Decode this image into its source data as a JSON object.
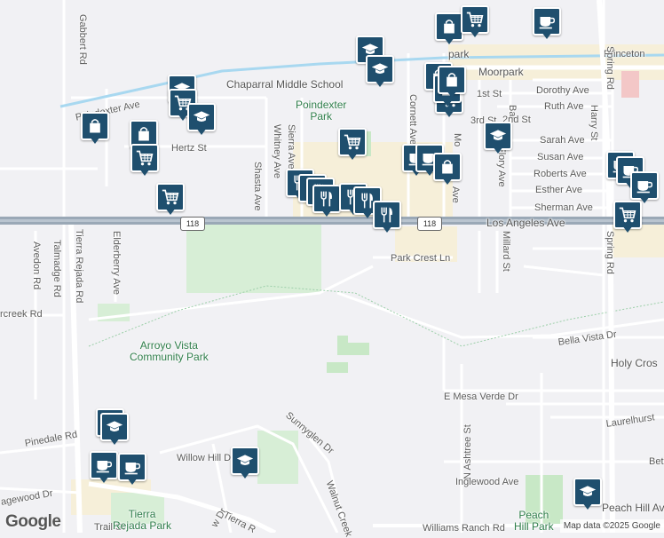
{
  "map": {
    "streets": [
      {
        "id": "gabbert",
        "text": "Gabbert Rd"
      },
      {
        "id": "poindexter",
        "text": "Poindexter Ave"
      },
      {
        "id": "hertz",
        "text": "Hertz St"
      },
      {
        "id": "whitney",
        "text": "Whitney Ave"
      },
      {
        "id": "shasta",
        "text": "Shasta Ave"
      },
      {
        "id": "sierra",
        "text": "Sierra Ave"
      },
      {
        "id": "cornett",
        "text": "Cornett Ave"
      },
      {
        "id": "mo",
        "text": "Mo"
      },
      {
        "id": "ave",
        "text": "Ave"
      },
      {
        "id": "flory",
        "text": "Flory Ave"
      },
      {
        "id": "bar",
        "text": "Bar"
      },
      {
        "id": "first",
        "text": "1st St"
      },
      {
        "id": "second",
        "text": "2nd St"
      },
      {
        "id": "third",
        "text": "3rd St"
      },
      {
        "id": "moorpark",
        "text": "Moorpark"
      },
      {
        "id": "moorpark_top",
        "text": "park"
      },
      {
        "id": "princeton",
        "text": "Princeton"
      },
      {
        "id": "dorothy",
        "text": "Dorothy Ave"
      },
      {
        "id": "ruth",
        "text": "Ruth Ave"
      },
      {
        "id": "sarah",
        "text": "Sarah Ave"
      },
      {
        "id": "susan",
        "text": "Susan Ave"
      },
      {
        "id": "roberts",
        "text": "Roberts Ave"
      },
      {
        "id": "esther",
        "text": "Esther Ave"
      },
      {
        "id": "sherman",
        "text": "Sherman Ave"
      },
      {
        "id": "harry",
        "text": "Harry St"
      },
      {
        "id": "spring_top",
        "text": "Spring Rd"
      },
      {
        "id": "spring_bottom",
        "text": "Spring Rd"
      },
      {
        "id": "los_angeles",
        "text": "Los Angeles Ave"
      },
      {
        "id": "park_crest",
        "text": "Park Crest Ln"
      },
      {
        "id": "millard",
        "text": "Millard St"
      },
      {
        "id": "elderberry",
        "text": "Elderberry Ave"
      },
      {
        "id": "talmadge",
        "text": "Talmadge Rd"
      },
      {
        "id": "avedon",
        "text": "Avedon Rd"
      },
      {
        "id": "tierra_rejada",
        "text": "Tierra Rejada Rd"
      },
      {
        "id": "creek",
        "text": "rcreek Rd"
      },
      {
        "id": "bella_vista",
        "text": "Bella Vista Dr"
      },
      {
        "id": "holy_cross",
        "text": "Holy Cros"
      },
      {
        "id": "mesa_verde",
        "text": "E Mesa Verde Dr"
      },
      {
        "id": "laurelhurst",
        "text": "Laurelhurst"
      },
      {
        "id": "ashtree",
        "text": "N Ashtree St"
      },
      {
        "id": "bet",
        "text": "Bet"
      },
      {
        "id": "inglewood",
        "text": "Inglewood Ave"
      },
      {
        "id": "peach_hill_ave",
        "text": "Peach Hill Av"
      },
      {
        "id": "willow_hill",
        "text": "Willow Hill Dr"
      },
      {
        "id": "sunnyglen",
        "text": "Sunnyglen Dr"
      },
      {
        "id": "walnut_creek",
        "text": "Walnut Creek"
      },
      {
        "id": "pinedale",
        "text": "Pinedale Rd"
      },
      {
        "id": "tierra_bottom",
        "text": "Tierra R"
      },
      {
        "id": "w_dr",
        "text": "w Dr"
      },
      {
        "id": "agewood",
        "text": "agewood Dr"
      },
      {
        "id": "trail",
        "text": "Trail St"
      },
      {
        "id": "williams",
        "text": "Williams Ranch Rd"
      }
    ],
    "places": [
      {
        "id": "chaparral",
        "text": "Chaparral Middle School"
      },
      {
        "id": "poindexter_park",
        "text": "Poindexter\nPark"
      },
      {
        "id": "arroyo_vista",
        "text": "Arroyo Vista\nCommunity Park"
      },
      {
        "id": "peach_hill_park",
        "text": "Peach\nHill Park"
      },
      {
        "id": "tierra_rejada_park",
        "text": "Tierra\nRejada Park"
      }
    ],
    "highway_shields": [
      "118",
      "118"
    ],
    "pins": [
      {
        "type": "school"
      },
      {
        "type": "shopping"
      },
      {
        "type": "cafe"
      },
      {
        "type": "grocery"
      },
      {
        "type": "shopping"
      },
      {
        "type": "grocery"
      },
      {
        "type": "school"
      },
      {
        "type": "grocery"
      },
      {
        "type": "shopping"
      },
      {
        "type": "school"
      },
      {
        "type": "cafe"
      },
      {
        "type": "cafe"
      },
      {
        "type": "shopping"
      },
      {
        "type": "school"
      },
      {
        "type": "shopping"
      },
      {
        "type": "grocery"
      },
      {
        "type": "shopping"
      },
      {
        "type": "grocery"
      },
      {
        "type": "cafe"
      },
      {
        "type": "shopping"
      },
      {
        "type": "school"
      },
      {
        "type": "grocery"
      },
      {
        "type": "cafe"
      },
      {
        "type": "cafe"
      },
      {
        "type": "grocery"
      },
      {
        "type": "restaurant"
      },
      {
        "type": "restaurant"
      },
      {
        "type": "restaurant"
      },
      {
        "type": "restaurant"
      },
      {
        "type": "restaurant"
      },
      {
        "type": "restaurant"
      },
      {
        "type": "restaurant"
      },
      {
        "type": "school"
      },
      {
        "type": "school"
      },
      {
        "type": "cafe"
      },
      {
        "type": "cafe"
      },
      {
        "type": "school"
      },
      {
        "type": "school"
      }
    ],
    "logo": "Google",
    "attribution": "Map data ©2025 Google"
  }
}
